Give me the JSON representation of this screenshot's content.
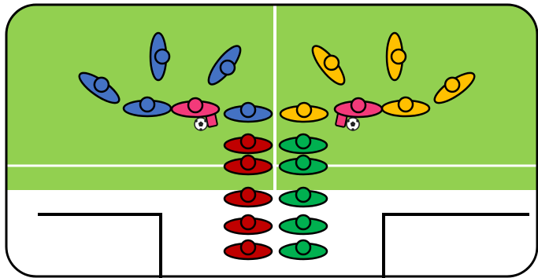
{
  "colors": {
    "grass": "#92D050",
    "court": "#FFFFFF",
    "outline": "#000000",
    "field_line": "#FFFFFF",
    "blue_team": "#4472C4",
    "yellow_team": "#FFC000",
    "red_team": "#C00000",
    "green_team": "#00B050",
    "pink_player": "#F33A7A",
    "ball": "#FFFFFF"
  },
  "teams": [
    {
      "name": "blue",
      "color_key": "blue_team",
      "players": 6
    },
    {
      "name": "yellow",
      "color_key": "yellow_team",
      "players": 6
    },
    {
      "name": "red",
      "color_key": "red_team",
      "players": 5
    },
    {
      "name": "green",
      "color_key": "green_team",
      "players": 5
    }
  ],
  "kicking_players": 2,
  "balls": 2,
  "icons": [
    "player-icon",
    "ball-icon"
  ]
}
